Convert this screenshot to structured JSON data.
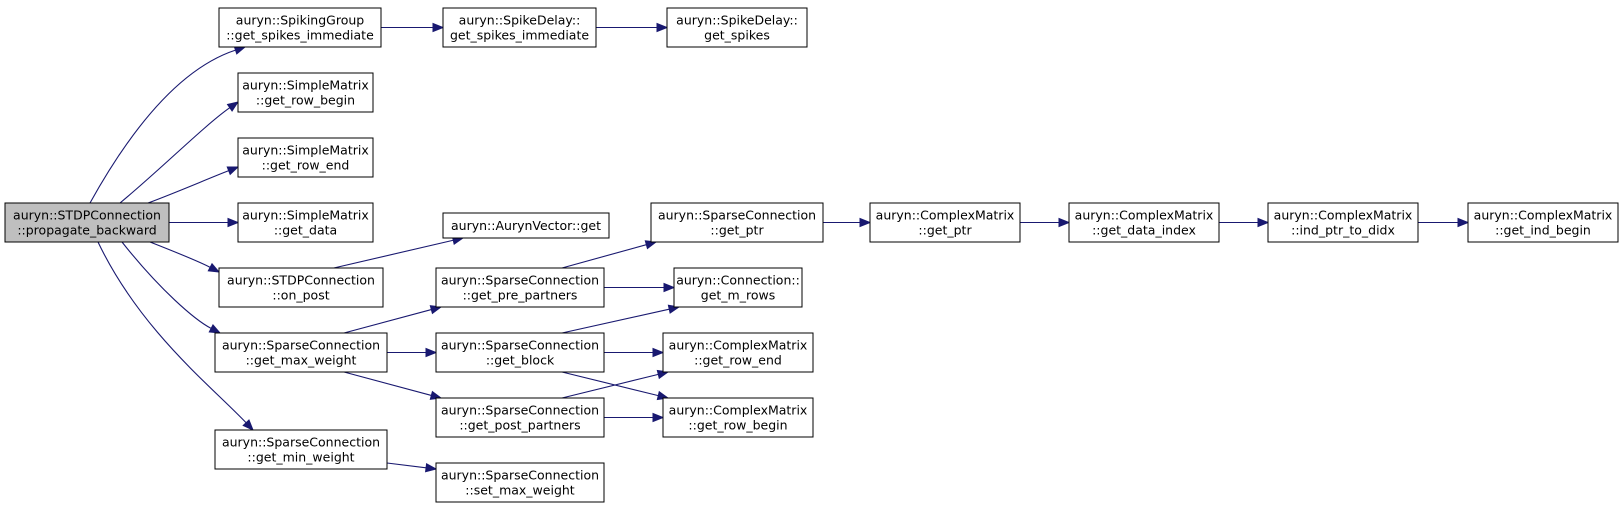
{
  "nodes": [
    {
      "id": "n0",
      "name": "node-stdpconnection-propagate-backward",
      "lines": [
        "auryn::STDPConnection",
        "::propagate_backward"
      ],
      "root": true
    },
    {
      "id": "n1",
      "name": "node-spikinggroup-get-spikes-immediate",
      "lines": [
        "auryn::SpikingGroup",
        "::get_spikes_immediate"
      ]
    },
    {
      "id": "n2",
      "name": "node-spikedelay-get-spikes-immediate",
      "lines": [
        "auryn::SpikeDelay::",
        "get_spikes_immediate"
      ]
    },
    {
      "id": "n3",
      "name": "node-spikedelay-get-spikes",
      "lines": [
        "auryn::SpikeDelay::",
        "get_spikes"
      ]
    },
    {
      "id": "n4",
      "name": "node-simplematrix-get-row-begin",
      "lines": [
        "auryn::SimpleMatrix",
        "::get_row_begin"
      ]
    },
    {
      "id": "n5",
      "name": "node-simplematrix-get-row-end",
      "lines": [
        "auryn::SimpleMatrix",
        "::get_row_end"
      ]
    },
    {
      "id": "n6",
      "name": "node-simplematrix-get-data",
      "lines": [
        "auryn::SimpleMatrix",
        "::get_data"
      ]
    },
    {
      "id": "n7",
      "name": "node-stdpconnection-on-post",
      "lines": [
        "auryn::STDPConnection",
        "::on_post"
      ]
    },
    {
      "id": "n8",
      "name": "node-sparseconnection-get-max-weight",
      "lines": [
        "auryn::SparseConnection",
        "::get_max_weight"
      ]
    },
    {
      "id": "n9",
      "name": "node-sparseconnection-get-min-weight",
      "lines": [
        "auryn::SparseConnection",
        "::get_min_weight"
      ]
    },
    {
      "id": "n10",
      "name": "node-aurynvector-get",
      "lines": [
        "auryn::AurynVector::get"
      ]
    },
    {
      "id": "n11",
      "name": "node-sparseconnection-get-pre-partners",
      "lines": [
        "auryn::SparseConnection",
        "::get_pre_partners"
      ]
    },
    {
      "id": "n12",
      "name": "node-sparseconnection-get-block",
      "lines": [
        "auryn::SparseConnection",
        "::get_block"
      ]
    },
    {
      "id": "n13",
      "name": "node-sparseconnection-get-post-partners",
      "lines": [
        "auryn::SparseConnection",
        "::get_post_partners"
      ]
    },
    {
      "id": "n14",
      "name": "node-sparseconnection-set-max-weight",
      "lines": [
        "auryn::SparseConnection",
        "::set_max_weight"
      ]
    },
    {
      "id": "n15",
      "name": "node-sparseconnection-get-ptr",
      "lines": [
        "auryn::SparseConnection",
        "::get_ptr"
      ]
    },
    {
      "id": "n16",
      "name": "node-connection-get-m-rows",
      "lines": [
        "auryn::Connection::",
        "get_m_rows"
      ]
    },
    {
      "id": "n17",
      "name": "node-complexmatrix-get-row-end",
      "lines": [
        "auryn::ComplexMatrix",
        "::get_row_end"
      ]
    },
    {
      "id": "n18",
      "name": "node-complexmatrix-get-row-begin",
      "lines": [
        "auryn::ComplexMatrix",
        "::get_row_begin"
      ]
    },
    {
      "id": "n19",
      "name": "node-complexmatrix-get-ptr",
      "lines": [
        "auryn::ComplexMatrix",
        "::get_ptr"
      ]
    },
    {
      "id": "n20",
      "name": "node-complexmatrix-get-data-index",
      "lines": [
        "auryn::ComplexMatrix",
        "::get_data_index"
      ]
    },
    {
      "id": "n21",
      "name": "node-complexmatrix-ind-ptr-to-didx",
      "lines": [
        "auryn::ComplexMatrix",
        "::ind_ptr_to_didx"
      ]
    },
    {
      "id": "n22",
      "name": "node-complexmatrix-get-ind-begin",
      "lines": [
        "auryn::ComplexMatrix",
        "::get_ind_begin"
      ]
    }
  ],
  "edges": [
    {
      "from": "n0",
      "to": "n1"
    },
    {
      "from": "n0",
      "to": "n4"
    },
    {
      "from": "n0",
      "to": "n5"
    },
    {
      "from": "n0",
      "to": "n6"
    },
    {
      "from": "n0",
      "to": "n7"
    },
    {
      "from": "n0",
      "to": "n8"
    },
    {
      "from": "n0",
      "to": "n9"
    },
    {
      "from": "n1",
      "to": "n2"
    },
    {
      "from": "n2",
      "to": "n3"
    },
    {
      "from": "n7",
      "to": "n10"
    },
    {
      "from": "n8",
      "to": "n11"
    },
    {
      "from": "n8",
      "to": "n12"
    },
    {
      "from": "n8",
      "to": "n13"
    },
    {
      "from": "n9",
      "to": "n14"
    },
    {
      "from": "n11",
      "to": "n15"
    },
    {
      "from": "n11",
      "to": "n16"
    },
    {
      "from": "n12",
      "to": "n16"
    },
    {
      "from": "n12",
      "to": "n17"
    },
    {
      "from": "n12",
      "to": "n18"
    },
    {
      "from": "n13",
      "to": "n17"
    },
    {
      "from": "n13",
      "to": "n18"
    },
    {
      "from": "n15",
      "to": "n19"
    },
    {
      "from": "n19",
      "to": "n20"
    },
    {
      "from": "n20",
      "to": "n21"
    },
    {
      "from": "n21",
      "to": "n22"
    }
  ]
}
